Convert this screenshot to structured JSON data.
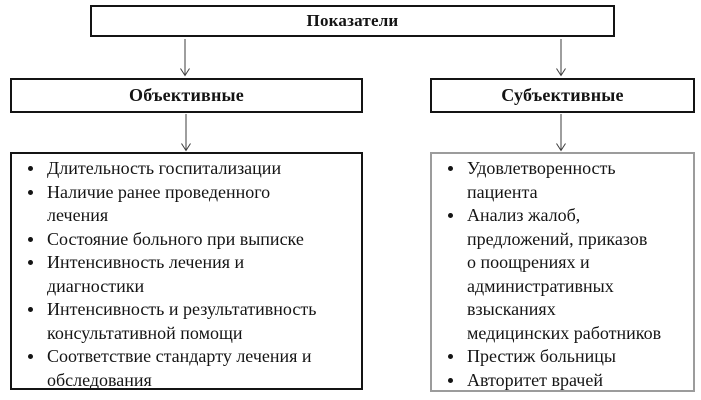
{
  "diagram": {
    "title": "Показатели",
    "branches": [
      {
        "header": "Объективные",
        "items": [
          "Длительность госпитализации",
          "Наличие ранее проведенного\nлечения",
          "Состояние больного при выписке",
          "Интенсивность лечения и\nдиагностики",
          "Интенсивность и результативность\nконсультативной помощи",
          "Соответствие стандарту лечения и\nобследования"
        ]
      },
      {
        "header": "Субъективные",
        "items": [
          "Удовлетворенность\nпациента",
          "Анализ жалоб,\nпредложений, приказов\nо поощрениях и\nадминистративных\nвзысканиях\nмедицинских работников",
          "Престиж больницы",
          "Авторитет врачей"
        ]
      }
    ],
    "colors": {
      "background": "#ffffff",
      "border": "#141414",
      "border_muted": "#9c9c9c",
      "arrow": "#3d3d3d",
      "text": "#141414"
    }
  }
}
